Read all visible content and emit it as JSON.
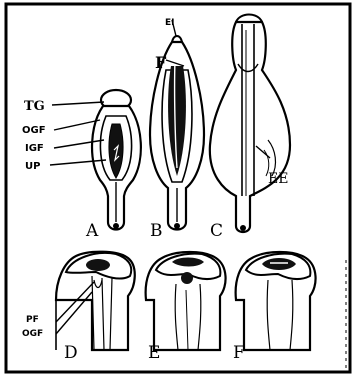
{
  "panels": {
    "A": "A",
    "B": "B",
    "C": "C",
    "D": "D",
    "E": "E",
    "F": "F"
  },
  "labels": {
    "tg": "TG",
    "ogf": "OGF",
    "igf": "IGF",
    "up": "UP",
    "ei": "EI",
    "f": "F",
    "ee": "EE",
    "pf": "PF",
    "ogf2": "OGF"
  },
  "colors": {
    "ink": "#000000",
    "paper": "#ffffff"
  }
}
